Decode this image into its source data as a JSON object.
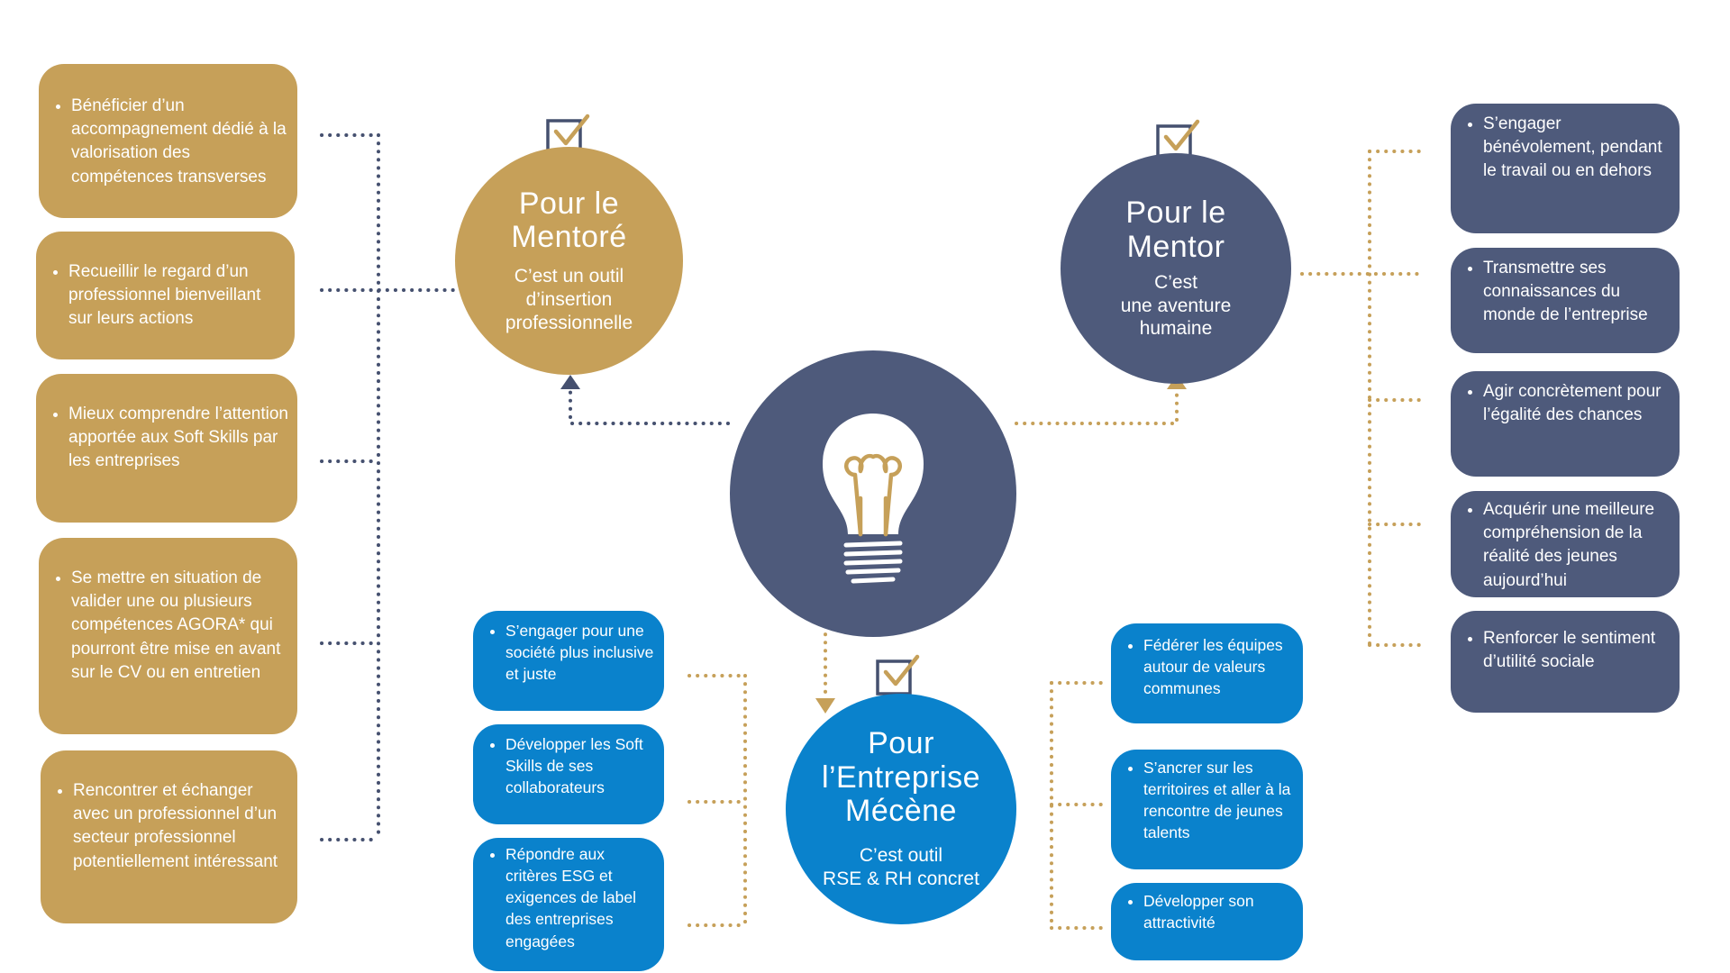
{
  "colors": {
    "gold": "#c6a059",
    "navy": "#4e5a7b",
    "blue": "#0a82cc",
    "connector": "#45506f"
  },
  "mentore": {
    "title_line1": "Pour le",
    "title_line2": "Mentoré",
    "subtitle_line1": "C’est un outil",
    "subtitle_line2": "d’insertion",
    "subtitle_line3": "professionnelle",
    "items": [
      "Bénéficier d’un accompagnement dédié à la valorisation des compétences transverses",
      "Recueillir le regard d’un professionnel bienveillant sur leurs actions",
      "Mieux comprendre l’attention apportée aux Soft Skills par les entreprises",
      "Se mettre en situation de valider une ou plusieurs compétences AGORA* qui pourront être mise en avant sur le CV ou en entretien",
      "Rencontrer et échanger avec un professionnel d’un secteur professionnel potentiellement intéressant"
    ]
  },
  "mentor": {
    "title_line1": "Pour le",
    "title_line2": "Mentor",
    "subtitle_line1": "C’est",
    "subtitle_line2": "une aventure",
    "subtitle_line3": "humaine",
    "items": [
      "S’engager bénévolement, pendant le travail ou en dehors",
      "Transmettre ses connaissances du monde de l’entreprise",
      "Agir concrètement pour l’égalité des chances",
      "Acquérir une meilleure compréhension de la réalité des jeunes aujourd’hui",
      "Renforcer le sentiment d’utilité sociale"
    ]
  },
  "entreprise": {
    "title_line1": "Pour",
    "title_line2": "l’Entreprise",
    "title_line3": "Mécène",
    "subtitle_line1": "C’est outil",
    "subtitle_line2": "RSE & RH concret",
    "left_items": [
      "S’engager pour une société plus inclusive et juste",
      "Développer les Soft Skills de ses collaborateurs",
      "Répondre aux critères ESG et exigences de label des entreprises engagées"
    ],
    "right_items": [
      "Fédérer les équipes autour de valeurs communes",
      "S’ancrer sur les territoires et aller à la rencontre de jeunes talents",
      "Développer son attractivité"
    ]
  },
  "center": {
    "icon": "lightbulb-icon"
  }
}
